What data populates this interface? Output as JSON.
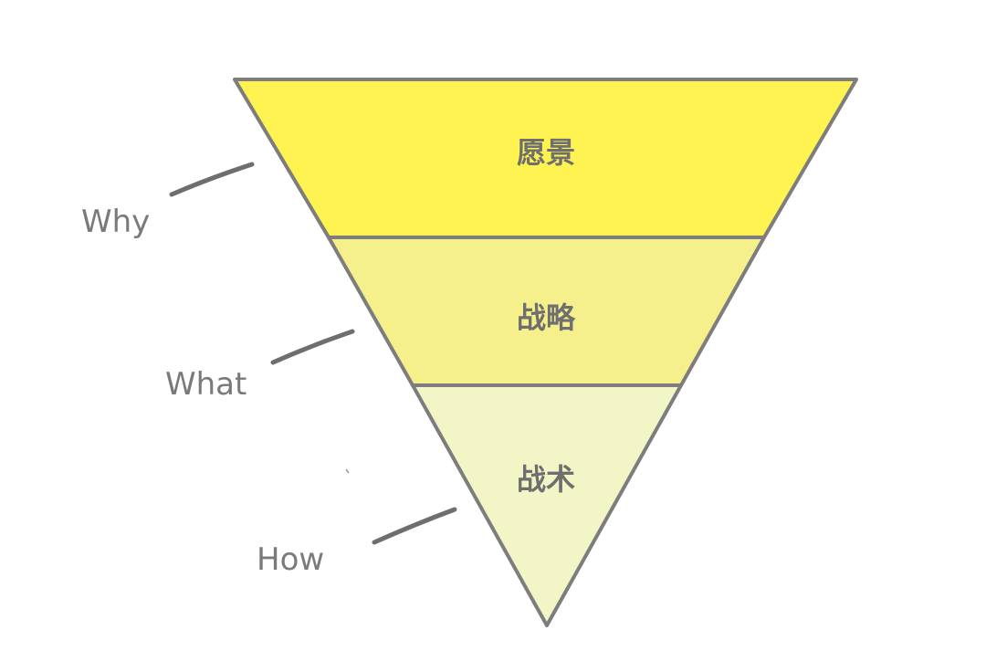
{
  "diagram": {
    "tiers": [
      {
        "label": "愿景",
        "color": "#fff352"
      },
      {
        "label": "战略",
        "color": "#f6f08c"
      },
      {
        "label": "战术",
        "color": "#f2f5c5"
      }
    ],
    "side_labels": [
      "Why",
      "What",
      "How"
    ],
    "stroke_color": "#7d7d7d",
    "text_color": "#6f6f6f"
  }
}
